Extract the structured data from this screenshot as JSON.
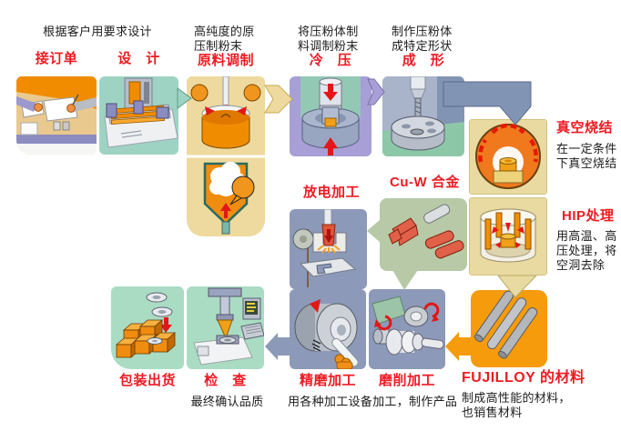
{
  "diagram": {
    "top": {
      "design_note": "根据客户用要求设计",
      "order": "接订单",
      "design": "设　计",
      "material_prep_note": "高纯度的原压制粉末",
      "material_prep": "原料调制",
      "cold_press_note": "将压粉体制料调制粉末",
      "cold_press": "冷　压",
      "forming_note": "制作压粉体成特定形状",
      "forming": "成　形"
    },
    "right": {
      "vacuum_sintering": "真空烧结",
      "vacuum_sintering_note": "在一定条件下真空烧结",
      "hip": "HIP处理",
      "hip_note": "用高温、高压处理，将空洞去除",
      "fujilloy_material": "FUJILLOY 的材料",
      "fujilloy_material_note": "制成高性能的材料，也销售材料"
    },
    "middle": {
      "edm": "放电加工",
      "cuw_alloy": "Cu-W 合金"
    },
    "bottom": {
      "packing": "包装出货",
      "inspection": "检　查",
      "inspection_note": "最终确认品质",
      "fine_grinding": "精磨加工",
      "grinding": "磨削加工",
      "machining_note": "用各种加工设备加工，制作产品"
    },
    "colors": {
      "label_red": "#ee1b23",
      "text_black": "#1c1c1c",
      "orange": "#f18c00",
      "teal": "#9ed3c3",
      "tan": "#eeda9e",
      "purple": "#a79fd6",
      "steel_blue": "#8d99b8",
      "sage_green": "#b7c9a7",
      "mint_green": "#aadcc4",
      "furnace_orange": "#f0791e",
      "material_orange": "#f59b0c"
    }
  }
}
